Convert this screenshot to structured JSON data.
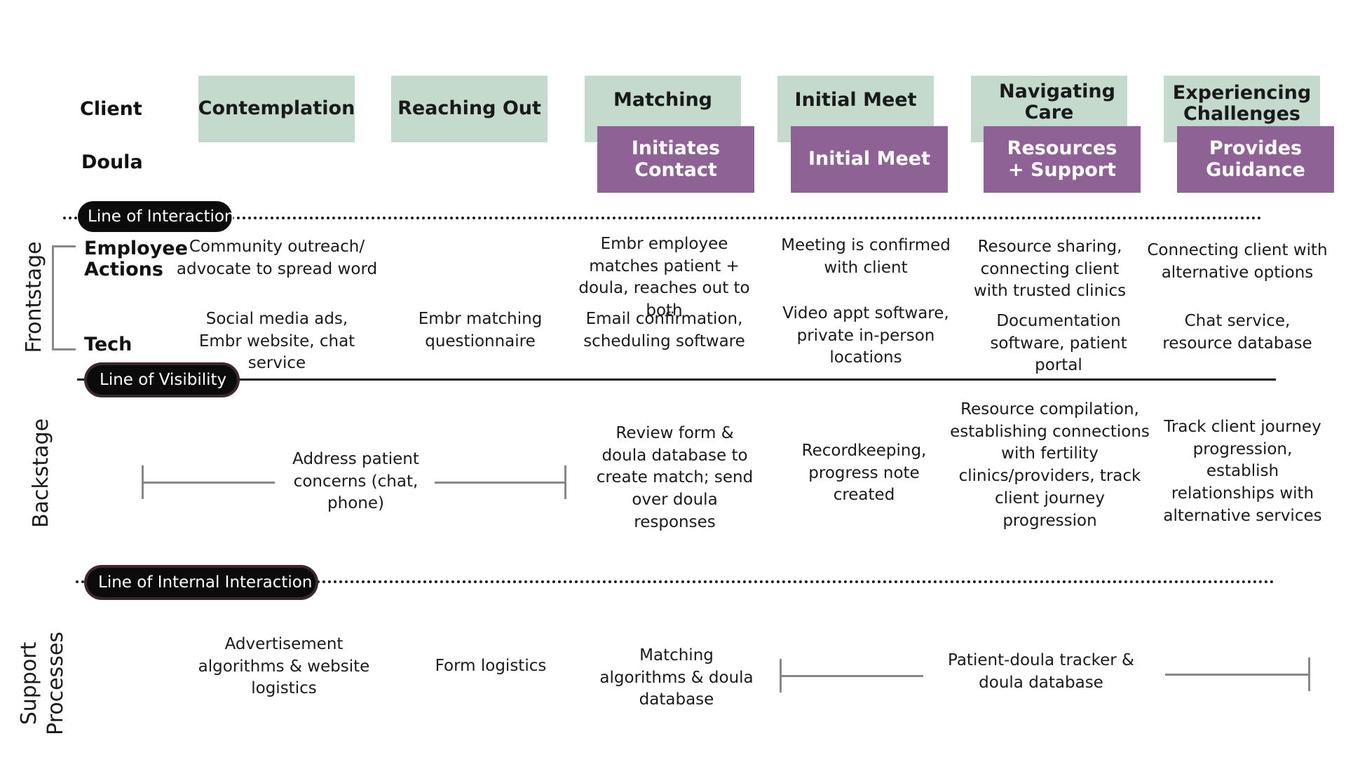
{
  "rows": {
    "client": "Client",
    "doula": "Doula",
    "employee_actions": "Employee Actions",
    "tech": "Tech"
  },
  "client_stages": [
    "Contemplation",
    "Reaching Out",
    "Matching",
    "Initial Meet",
    "Navigating Care",
    "Experiencing Challenges"
  ],
  "doula_stages": [
    "Initiates Contact",
    "Initial Meet",
    "Resources + Support",
    "Provides Guidance"
  ],
  "lines": {
    "interaction": "Line of Interaction",
    "visibility": "Line of Visibility",
    "internal": "Line of Internal Interaction"
  },
  "sections": {
    "frontstage": "Frontstage",
    "backstage": "Backstage",
    "support_1": "Support",
    "support_2": "Processes"
  },
  "employee_actions": [
    "Community outreach/ advocate to spread word",
    "Embr employee matches patient + doula, reaches out to both",
    "Meeting is confirmed with client",
    "Resource sharing, connecting client with trusted clinics",
    "Connecting client with alternative options"
  ],
  "tech": [
    "Social media ads, Embr website, chat service",
    "Embr matching questionnaire",
    "Email confirmation, scheduling software",
    "Video appt software, private in-person locations",
    "Documentation software, patient portal",
    "Chat service, resource database"
  ],
  "backstage": [
    "Address patient concerns (chat, phone)",
    "Review form & doula database to create match; send over doula responses",
    "Recordkeeping, progress note created",
    "Resource compilation, establishing connections with fertility clinics/providers, track client journey progression",
    "Track client journey progression, establish relationships with alternative services"
  ],
  "support": [
    "Advertisement algorithms & website logistics",
    "Form logistics",
    "Matching algorithms & doula database",
    "Patient-doula tracker & doula database"
  ]
}
